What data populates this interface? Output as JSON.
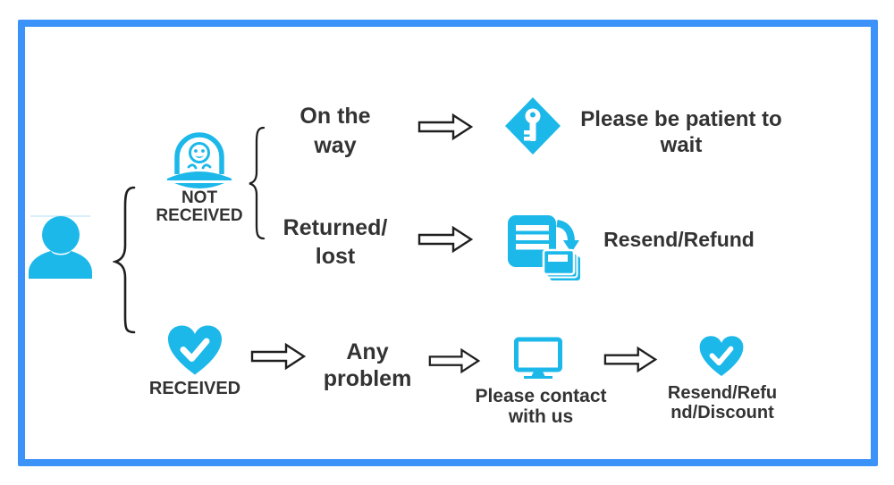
{
  "palette": {
    "accent_cyan": "#1CB8EA",
    "frame_blue": "#3B92F8",
    "text_dark": "#333333",
    "arrow_outline": "#1F1F1F"
  },
  "customer": {
    "icon": "person-icon"
  },
  "not_received": {
    "icon": "alien-ufo-icon",
    "label_line1": "NOT",
    "label_line2": "RECEIVED",
    "on_the_way": {
      "condition_line1": "On the",
      "condition_line2": "way",
      "outcome_icon": "key-diamond-icon",
      "outcome_line1": "Please be patient to",
      "outcome_line2": "wait"
    },
    "returned_lost": {
      "condition_line1": "Returned/",
      "condition_line2": "lost",
      "outcome_icon": "resend-documents-icon",
      "outcome_line1": "Resend/Refund"
    }
  },
  "received": {
    "icon": "heart-check-icon",
    "label": "RECEIVED",
    "problem_line1": "Any",
    "problem_line2": "problem",
    "contact_icon": "monitor-icon",
    "contact_line1": "Please contact",
    "contact_line2": "with us",
    "outcome_icon": "heart-check-icon",
    "outcome_line1": "Resend/Refu",
    "outcome_line2": "nd/Discount"
  }
}
